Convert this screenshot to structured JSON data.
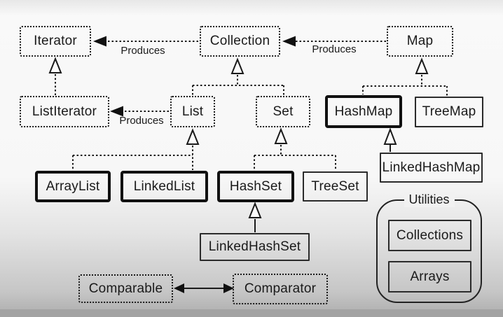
{
  "labels": {
    "produces": "Produces"
  },
  "nodes": {
    "iterator": "Iterator",
    "collection": "Collection",
    "map": "Map",
    "list_iterator": "ListIterator",
    "list": "List",
    "set": "Set",
    "hashmap": "HashMap",
    "treemap": "TreeMap",
    "arraylist": "ArrayList",
    "linkedlist": "LinkedList",
    "hashset": "HashSet",
    "treeset": "TreeSet",
    "linked_hashmap": "LinkedHashMap",
    "linked_hashset": "LinkedHashSet",
    "comparable": "Comparable",
    "comparator": "Comparator"
  },
  "utilities": {
    "title": "Utilities",
    "items": [
      "Collections",
      "Arrays"
    ]
  },
  "edges": [
    {
      "from": "Collection",
      "to": "Iterator",
      "type": "produces"
    },
    {
      "from": "Map",
      "to": "Collection",
      "type": "produces"
    },
    {
      "from": "List",
      "to": "ListIterator",
      "type": "produces"
    },
    {
      "from": "ListIterator",
      "to": "Iterator",
      "type": "extends"
    },
    {
      "from": "List",
      "to": "Collection",
      "type": "extends"
    },
    {
      "from": "Set",
      "to": "Collection",
      "type": "extends"
    },
    {
      "from": "HashMap",
      "to": "Map",
      "type": "implements"
    },
    {
      "from": "TreeMap",
      "to": "Map",
      "type": "implements"
    },
    {
      "from": "ArrayList",
      "to": "List",
      "type": "implements"
    },
    {
      "from": "LinkedList",
      "to": "List",
      "type": "implements"
    },
    {
      "from": "HashSet",
      "to": "Set",
      "type": "implements"
    },
    {
      "from": "TreeSet",
      "to": "Set",
      "type": "implements"
    },
    {
      "from": "LinkedHashMap",
      "to": "HashMap",
      "type": "extends"
    },
    {
      "from": "LinkedHashSet",
      "to": "HashSet",
      "type": "extends"
    },
    {
      "from": "Comparable",
      "to": "Comparator",
      "type": "bidirectional-association"
    }
  ],
  "colors": {
    "line": "#1a1a1a",
    "background_top": "#f9f9f9",
    "background_bottom": "#b4b4b4",
    "footer_band": "#a3a3a3"
  }
}
